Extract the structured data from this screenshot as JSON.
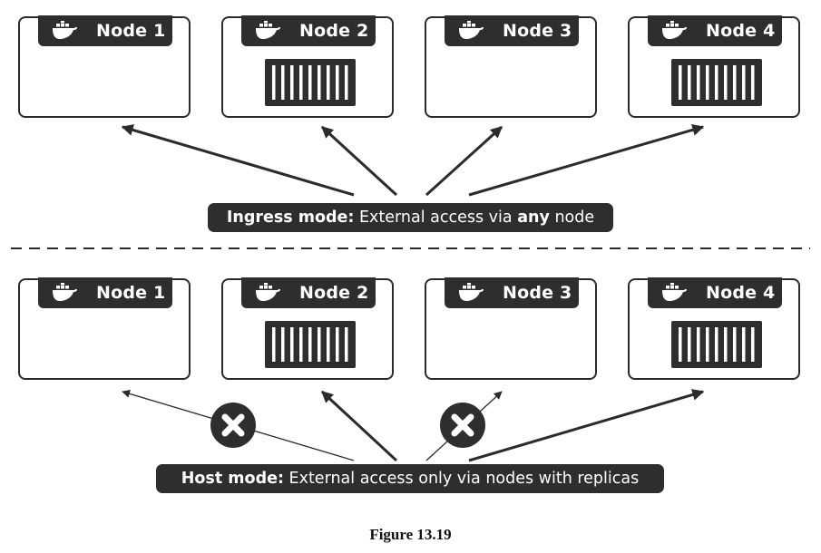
{
  "ingress": {
    "nodes": [
      {
        "label": "Node 1",
        "has_replica": false
      },
      {
        "label": "Node 2",
        "has_replica": true
      },
      {
        "label": "Node 3",
        "has_replica": false
      },
      {
        "label": "Node 4",
        "has_replica": true
      }
    ],
    "caption_bold": "Ingress mode:",
    "caption_text_1": " External access via ",
    "caption_emph": "any",
    "caption_text_2": " node"
  },
  "host": {
    "nodes": [
      {
        "label": "Node 1",
        "has_replica": false,
        "blocked": true
      },
      {
        "label": "Node 2",
        "has_replica": true,
        "blocked": false
      },
      {
        "label": "Node 3",
        "has_replica": false,
        "blocked": true
      },
      {
        "label": "Node 4",
        "has_replica": true,
        "blocked": false
      }
    ],
    "caption_bold": "Host mode:",
    "caption_text": " External access only via nodes with replicas"
  },
  "figure_caption": "Figure 13.19",
  "icons": {
    "node_badge": "docker-whale-icon",
    "replica": "container-icon",
    "blocked": "x-circle-icon"
  },
  "colors": {
    "dark": "#2e2e2e",
    "line": "#2b2b2b",
    "background": "#ffffff"
  }
}
